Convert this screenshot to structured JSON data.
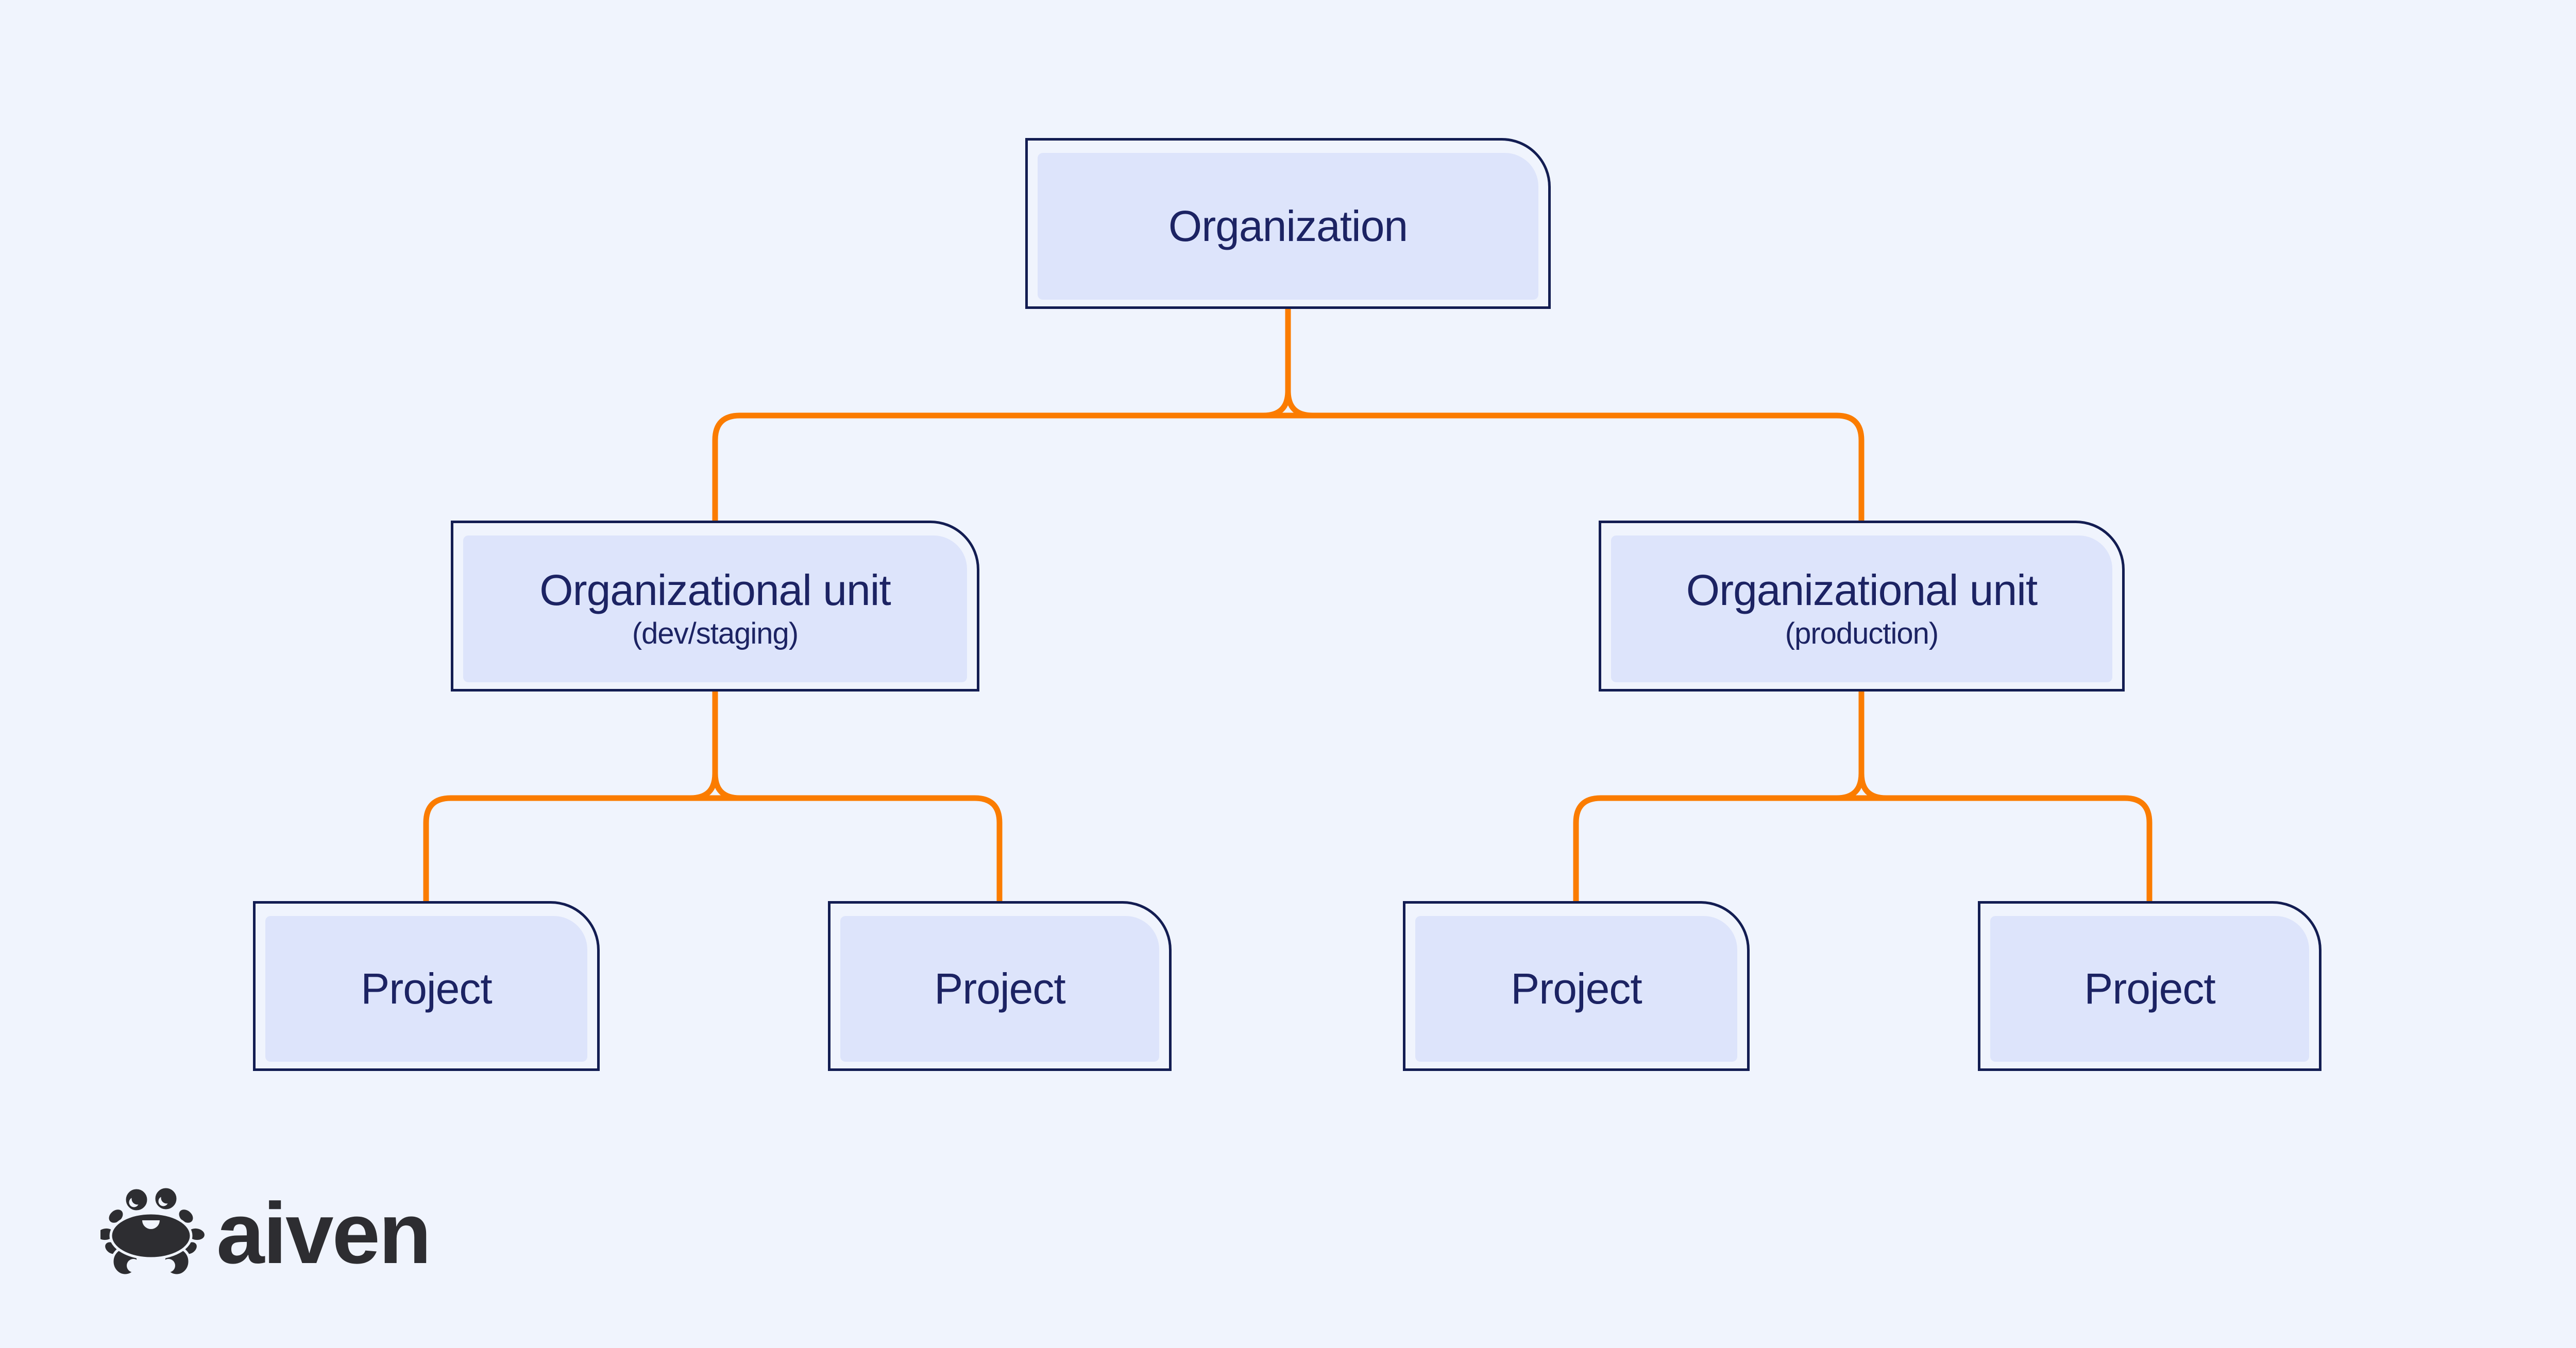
{
  "page": {
    "background": "#f0f4fd"
  },
  "colors": {
    "connector_orange": "#fb7c00",
    "node_border_navy": "#131d52",
    "node_fill_lavender": "#dde4fb",
    "node_text_navy": "#1c2363",
    "logo_charcoal": "#2d2d31"
  },
  "diagram": {
    "nodes": [
      {
        "label": "Organization"
      },
      {
        "label": "Organizational unit",
        "sublabel": "(dev/staging)"
      },
      {
        "label": "Organizational unit",
        "sublabel": "(production)"
      },
      {
        "label": "Project"
      },
      {
        "label": "Project"
      },
      {
        "label": "Project"
      },
      {
        "label": "Project"
      }
    ]
  },
  "logo": {
    "brand": "aiven",
    "icon": "crab-icon"
  }
}
